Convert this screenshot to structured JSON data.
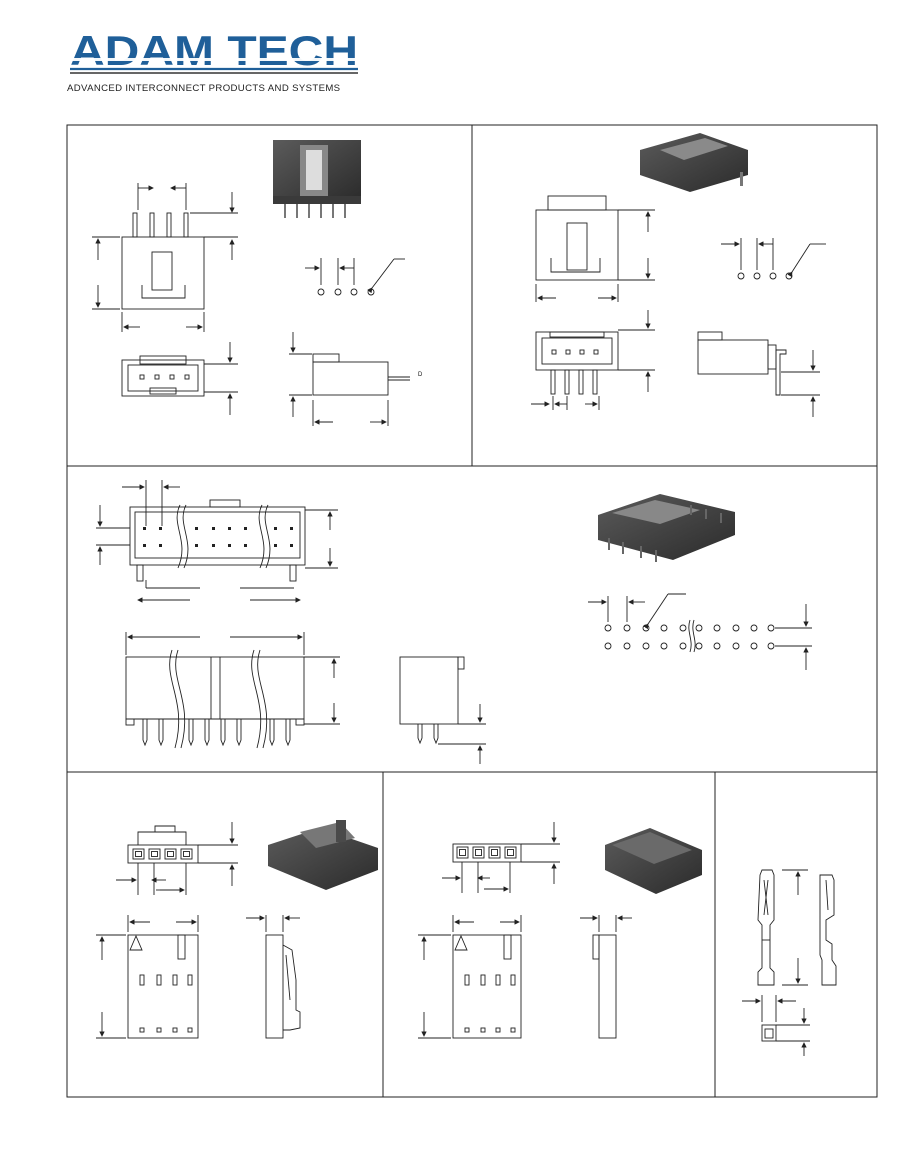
{
  "header": {
    "brand_name": "ADAM TECH",
    "tagline": "ADVANCED INTERCONNECT PRODUCTS AND SYSTEMS",
    "brand_color": "#1f5f99"
  },
  "panels": {
    "top_left": {
      "pin_label": "D"
    }
  }
}
